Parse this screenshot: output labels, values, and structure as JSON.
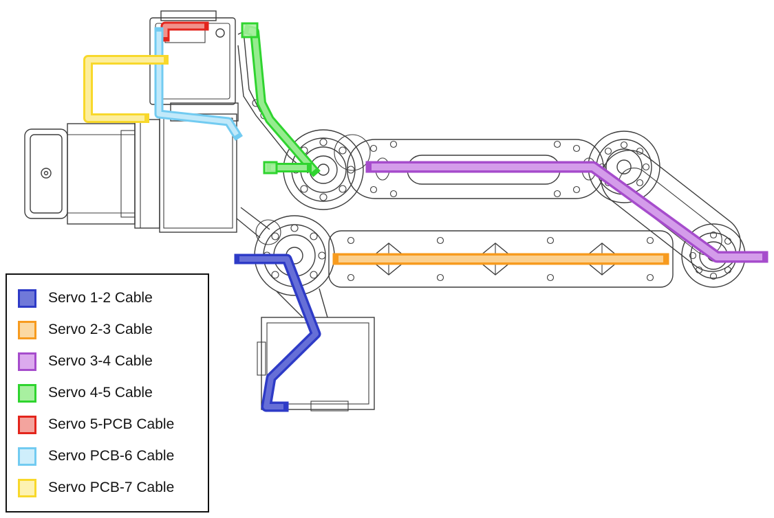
{
  "legend": {
    "items": [
      {
        "label": "Servo 1-2 Cable",
        "border": "#2e3bc7",
        "fill": "#7079d9"
      },
      {
        "label": "Servo 2-3 Cable",
        "border": "#f79b1f",
        "fill": "#fbd9a3"
      },
      {
        "label": "Servo 3-4 Cable",
        "border": "#a64ccc",
        "fill": "#dcaaee"
      },
      {
        "label": "Servo 4-5 Cable",
        "border": "#2fd42f",
        "fill": "#a8f0a0"
      },
      {
        "label": "Servo 5-PCB Cable",
        "border": "#e3251c",
        "fill": "#f3a49e"
      },
      {
        "label": "Servo PCB-6 Cable",
        "border": "#72cbf1",
        "fill": "#cfeefb"
      },
      {
        "label": "Servo PCB-7 Cable",
        "border": "#f8d82b",
        "fill": "#fdf2b2"
      }
    ]
  }
}
